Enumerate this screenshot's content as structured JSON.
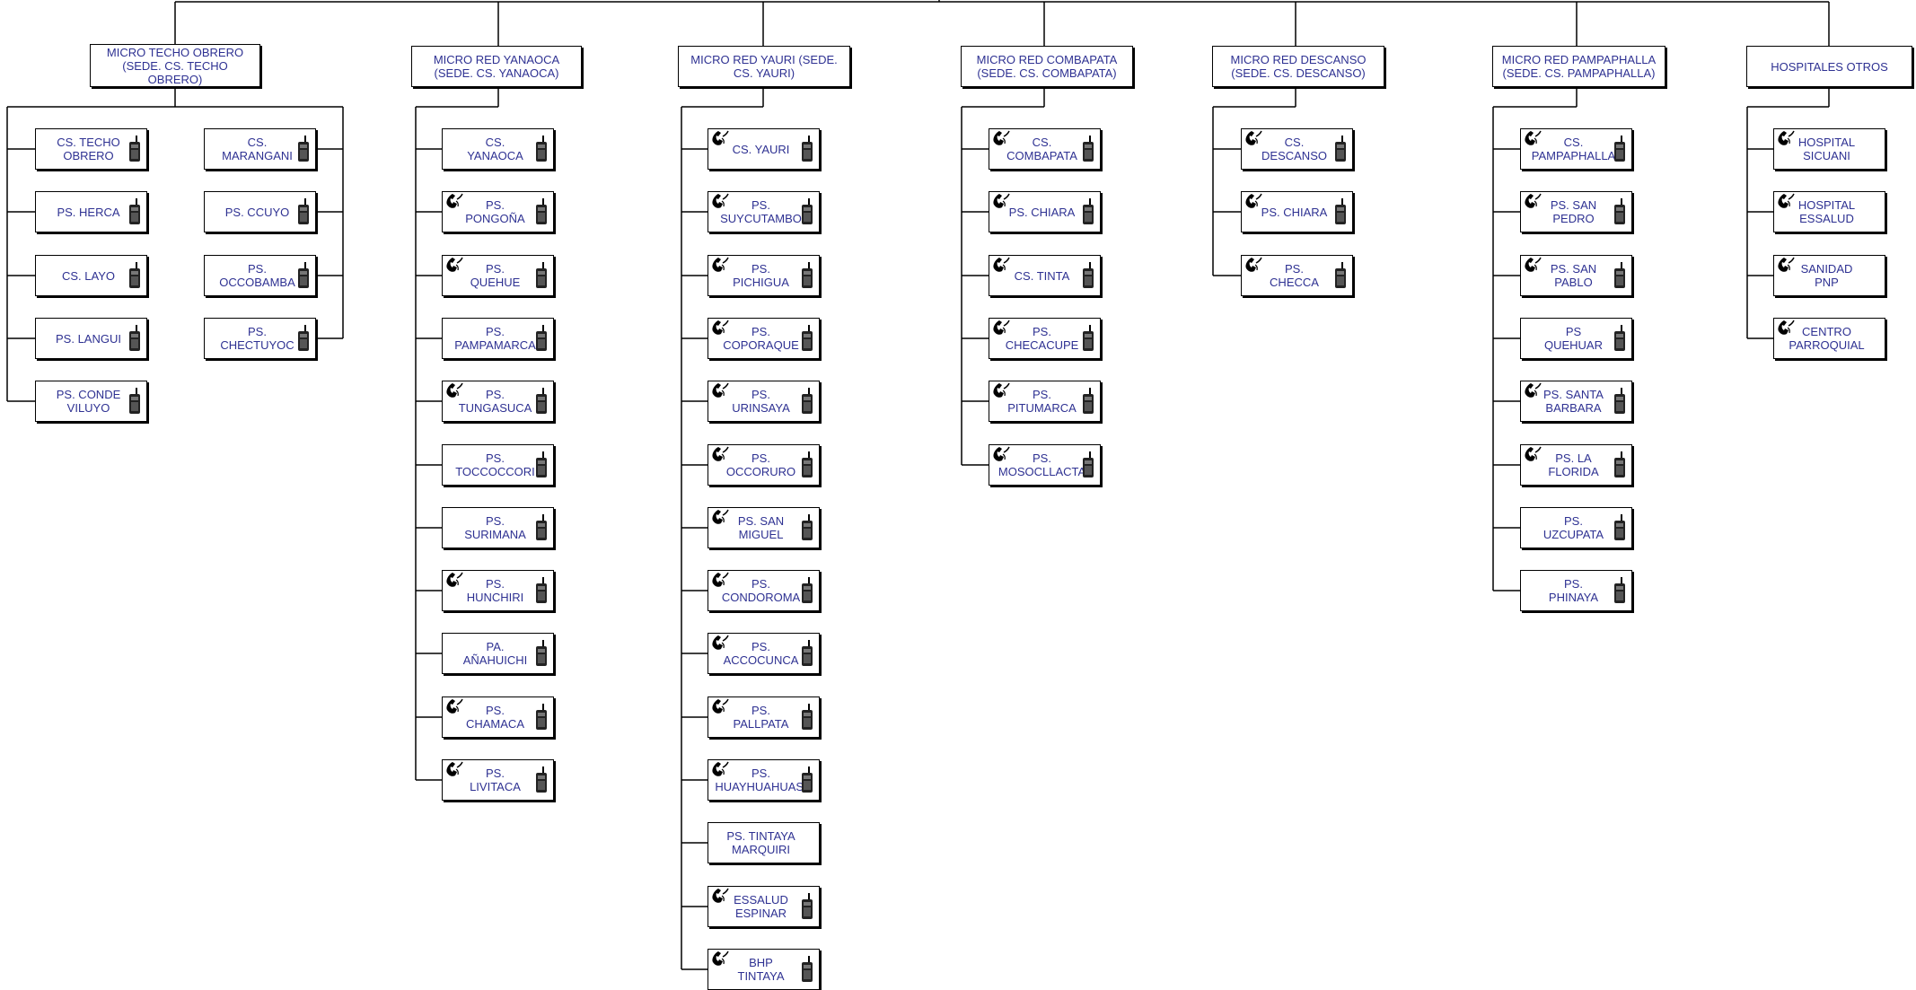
{
  "groups": [
    {
      "label": "MICRO TECHO OBRERO (SEDE. CS. TECHO OBRERO)",
      "items": [
        {
          "label": "CS. TECHO OBRERO",
          "phone": false,
          "radio": true
        },
        {
          "label": "PS. HERCA",
          "phone": false,
          "radio": true
        },
        {
          "label": "CS. LAYO",
          "phone": false,
          "radio": true
        },
        {
          "label": "PS. LANGUI",
          "phone": false,
          "radio": true
        },
        {
          "label": "PS. CONDE VILUYO",
          "phone": false,
          "radio": true
        },
        {
          "label": "CS. MARANGANI",
          "phone": false,
          "radio": true
        },
        {
          "label": "PS. CCUYO",
          "phone": false,
          "radio": true
        },
        {
          "label": "PS. OCCOBAMBA",
          "phone": false,
          "radio": true
        },
        {
          "label": "PS. CHECTUYOC",
          "phone": false,
          "radio": true
        }
      ]
    },
    {
      "label": "MICRO RED YANAOCA (SEDE. CS. YANAOCA)",
      "items": [
        {
          "label": "CS. YANAOCA",
          "phone": false,
          "radio": true
        },
        {
          "label": "PS. PONGOÑA",
          "phone": true,
          "radio": true
        },
        {
          "label": "PS. QUEHUE",
          "phone": true,
          "radio": true
        },
        {
          "label": "PS. PAMPAMARCA",
          "phone": false,
          "radio": true
        },
        {
          "label": "PS. TUNGASUCA",
          "phone": true,
          "radio": true
        },
        {
          "label": "PS. TOCCOCCORI",
          "phone": false,
          "radio": true
        },
        {
          "label": "PS. SURIMANA",
          "phone": false,
          "radio": true
        },
        {
          "label": "PS. HUNCHIRI",
          "phone": true,
          "radio": true
        },
        {
          "label": "PA. AÑAHUICHI",
          "phone": false,
          "radio": true
        },
        {
          "label": "PS. CHAMACA",
          "phone": true,
          "radio": true
        },
        {
          "label": "PS. LIVITACA",
          "phone": true,
          "radio": true
        }
      ]
    },
    {
      "label": "MICRO RED YAURI (SEDE. CS. YAURI)",
      "items": [
        {
          "label": "CS. YAURI",
          "phone": true,
          "radio": true
        },
        {
          "label": "PS. SUYCUTAMBO",
          "phone": true,
          "radio": true
        },
        {
          "label": "PS. PICHIGUA",
          "phone": true,
          "radio": true
        },
        {
          "label": "PS. COPORAQUE",
          "phone": true,
          "radio": true
        },
        {
          "label": "PS. URINSAYA",
          "phone": true,
          "radio": true
        },
        {
          "label": "PS. OCCORURO",
          "phone": true,
          "radio": true
        },
        {
          "label": "PS. SAN MIGUEL",
          "phone": true,
          "radio": true
        },
        {
          "label": "PS. CONDOROMA",
          "phone": true,
          "radio": true
        },
        {
          "label": "PS. ACCOCUNCA",
          "phone": true,
          "radio": true
        },
        {
          "label": "PS. PALLPATA",
          "phone": true,
          "radio": true
        },
        {
          "label": "PS. HUAYHUAHUASI",
          "phone": true,
          "radio": true
        },
        {
          "label": "PS. TINTAYA MARQUIRI",
          "phone": false,
          "radio": false
        },
        {
          "label": "ESSALUD ESPINAR",
          "phone": true,
          "radio": true
        },
        {
          "label": "BHP TINTAYA",
          "phone": true,
          "radio": true
        }
      ]
    },
    {
      "label": "MICRO RED COMBAPATA (SEDE. CS. COMBAPATA)",
      "items": [
        {
          "label": "CS. COMBAPATA",
          "phone": true,
          "radio": true
        },
        {
          "label": "PS. CHIARA",
          "phone": true,
          "radio": true
        },
        {
          "label": "CS. TINTA",
          "phone": true,
          "radio": true
        },
        {
          "label": "PS. CHECACUPE",
          "phone": true,
          "radio": true
        },
        {
          "label": "PS. PITUMARCA",
          "phone": true,
          "radio": true
        },
        {
          "label": "PS. MOSOCLLACTA",
          "phone": true,
          "radio": true
        }
      ]
    },
    {
      "label": "MICRO RED DESCANSO (SEDE. CS. DESCANSO)",
      "items": [
        {
          "label": "CS. DESCANSO",
          "phone": true,
          "radio": true
        },
        {
          "label": "PS. CHIARA",
          "phone": true,
          "radio": true
        },
        {
          "label": "PS. CHECCA",
          "phone": true,
          "radio": true
        }
      ]
    },
    {
      "label": "MICRO RED PAMPAPHALLA (SEDE. CS. PAMPAPHALLA)",
      "items": [
        {
          "label": "CS. PAMPAPHALLA",
          "phone": true,
          "radio": true
        },
        {
          "label": "PS. SAN PEDRO",
          "phone": true,
          "radio": true
        },
        {
          "label": "PS. SAN PABLO",
          "phone": true,
          "radio": true
        },
        {
          "label": "PS QUEHUAR",
          "phone": false,
          "radio": true
        },
        {
          "label": "PS. SANTA BARBARA",
          "phone": true,
          "radio": true
        },
        {
          "label": "PS. LA FLORIDA",
          "phone": true,
          "radio": true
        },
        {
          "label": "PS. UZCUPATA",
          "phone": false,
          "radio": true
        },
        {
          "label": "PS. PHINAYA",
          "phone": false,
          "radio": true
        }
      ]
    },
    {
      "label": "HOSPITALES OTROS",
      "items": [
        {
          "label": "HOSPITAL SICUANI",
          "phone": true,
          "radio": false
        },
        {
          "label": "HOSPITAL ESSALUD",
          "phone": true,
          "radio": false
        },
        {
          "label": "SANIDAD PNP",
          "phone": true,
          "radio": false
        },
        {
          "label": "CENTRO PARROQUIAL",
          "phone": true,
          "radio": false
        }
      ]
    }
  ],
  "colors": {
    "text": "#2e3192",
    "line": "#000000",
    "box": "#ffffff"
  },
  "icons": {
    "phone": "telephone-handset-icon",
    "radio": "walkie-talkie-icon"
  }
}
